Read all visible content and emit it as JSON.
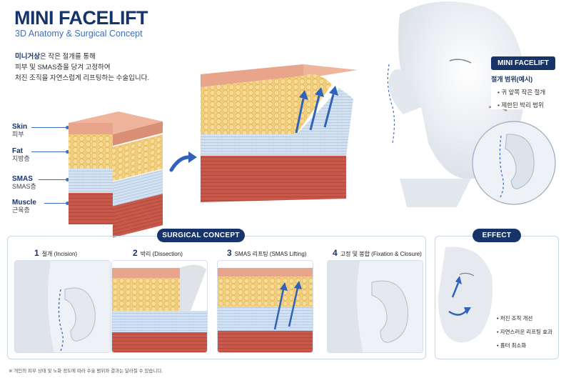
{
  "header": {
    "title": "MINI FACELIFT",
    "subtitle": "3D Anatomy & Surgical Concept",
    "intro_bold": "미니거상",
    "intro_line1_rest": "은 작은 절개를 통해",
    "intro_line2": "피부 및 SMAS층을 당겨 고정하여",
    "intro_line3": "처진 조직을 자연스럽게 리프팅하는 수술입니다."
  },
  "layers": [
    {
      "en": "Skin",
      "ko": "피부"
    },
    {
      "en": "Fat",
      "ko": "지방층"
    },
    {
      "en": "SMAS",
      "ko": "SMAS층"
    },
    {
      "en": "Muscle",
      "ko": "근육층"
    }
  ],
  "mini_facelift_box": {
    "heading": "MINI FACELIFT",
    "subheading": "절개 범위(예시)",
    "items": [
      "귀 앞쪽 작은 절개",
      "제한된 박리 범위"
    ]
  },
  "surgical_concept": {
    "heading": "SURGICAL CONCEPT",
    "steps": [
      {
        "num": "1",
        "label": "절개 (Incision)"
      },
      {
        "num": "2",
        "label": "박리 (Dissection)"
      },
      {
        "num": "3",
        "label": "SMAS 리프팅 (SMAS Lifting)"
      },
      {
        "num": "4",
        "label": "고정 및 봉합 (Fixation & Closure)"
      }
    ]
  },
  "effect": {
    "heading": "EFFECT",
    "items": [
      "처진 조직 개선",
      "자연스러운 리프팅 효과",
      "흉터 최소화"
    ]
  },
  "footnote": "※ 개인의 피부 상태 및 노화 정도에 따라 수술 범위와 결과는 달라질 수 있습니다.",
  "colors": {
    "navy": "#17346a",
    "accent_blue": "#3f6fc0",
    "skin": "#e8a58c",
    "fat": "#f2cf7e",
    "smas": "#c9dcef",
    "muscle": "#c8584a"
  }
}
